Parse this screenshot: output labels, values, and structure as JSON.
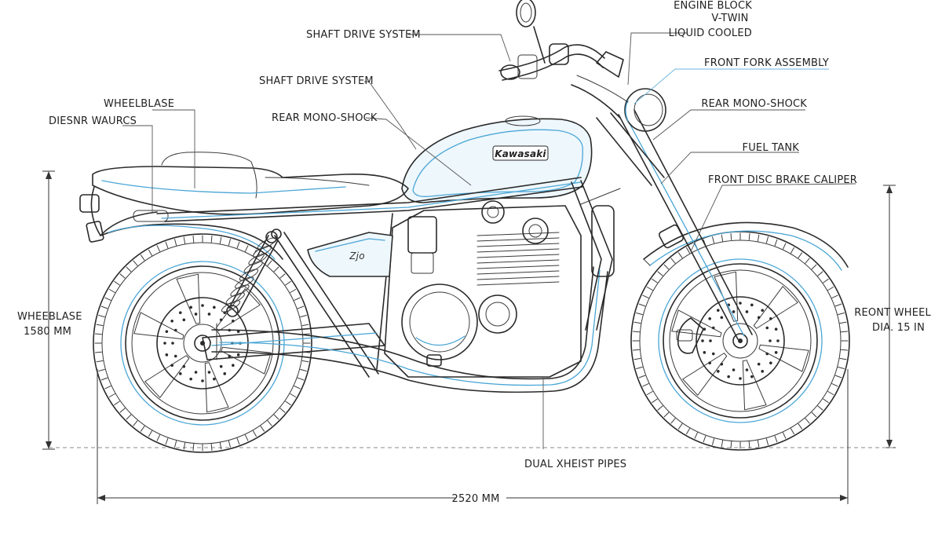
{
  "labels": {
    "engine_block": "ENGINE BLOCK",
    "v_twin": "V-TWIN",
    "liquid_cooled": "LIQUID COOLED",
    "shaft_drive_top": "SHAFT DRIVE SYSTEM",
    "front_fork": "FRONT FORK ASSEMBLY",
    "shaft_drive_mid": "SHAFT DRIVE SYSTEM",
    "rear_shock_right": "REAR MONO-SHOCK",
    "wheelbase_top": "WHEELBLASE",
    "rear_shock_left": "REAR MONO-SHOCK",
    "design_marks": "DIESNR WAURCS",
    "fuel_tank": "FUEL TANK",
    "front_brake": "FRONT DISC BRAKE CALIPER",
    "wheelbase_dim_label": "WHEEBLASE",
    "wheelbase_dim_value": "1580 MM",
    "front_wheel_1": "REONT WHEEL",
    "front_wheel_2": "DIA. 15 IN",
    "exhaust": "DUAL XHEIST PIPES",
    "overall_length": "2520 MM",
    "tank_brand": "Kawasaki",
    "side_badge": "Zjo"
  },
  "colors": {
    "ink": "#2a2a2a",
    "accent_blue": "#4aa6d6",
    "tint": "#eef7fc"
  }
}
